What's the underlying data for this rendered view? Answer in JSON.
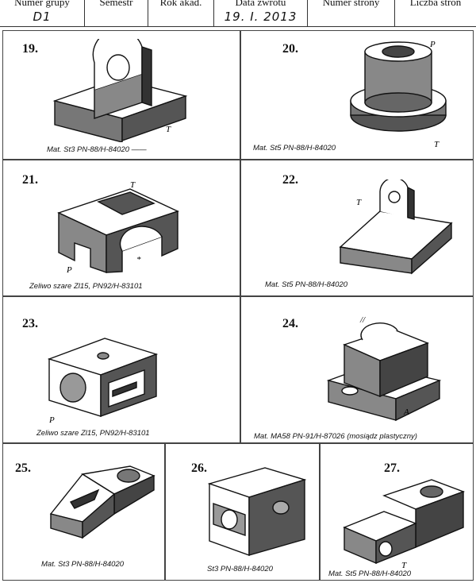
{
  "header": {
    "columns": [
      {
        "label": "Numer grupy",
        "value": "D1"
      },
      {
        "label": "Semestr",
        "value": ""
      },
      {
        "label": "Rok akad.",
        "value": ""
      },
      {
        "label": "Data zwrotu",
        "value": "19. I. 2013"
      },
      {
        "label": "Numer strony",
        "value": ""
      },
      {
        "label": "Liczba stron",
        "value": ""
      }
    ]
  },
  "exercises": [
    {
      "number": "19.",
      "material": "Mat.  St3 PN-88/H-84020 ——",
      "marks": [
        "T"
      ]
    },
    {
      "number": "20.",
      "material": "Mat.  St5 PN-88/H-84020",
      "marks": [
        "P",
        "T"
      ]
    },
    {
      "number": "21.",
      "material": "Zeliwo szare Zl15, PN92/H-83101",
      "marks": [
        "T",
        "P",
        "*"
      ]
    },
    {
      "number": "22.",
      "material": "Mat. St5 PN-88/H-84020",
      "marks": [
        "T"
      ]
    },
    {
      "number": "23.",
      "material": "Zeliwo szare Zl15, PN92/H-83101",
      "marks": [
        "P"
      ]
    },
    {
      "number": "24.",
      "material": "Mat.  MA58   PN-91/H-87026  (mosiądz plastyczny)",
      "marks": [
        "//",
        "A"
      ]
    },
    {
      "number": "25.",
      "material": "Mat. St3 PN-88/H-84020",
      "marks": []
    },
    {
      "number": "26.",
      "material": "St3 PN-88/H-84020",
      "marks": []
    },
    {
      "number": "27.",
      "material": "Mat.  St5 PN-88/H-84020",
      "marks": [
        "T"
      ]
    }
  ]
}
